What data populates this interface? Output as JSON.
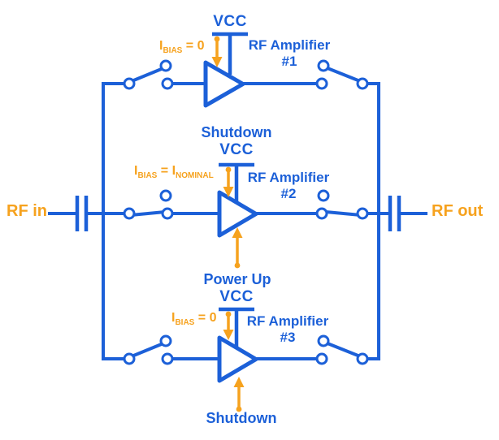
{
  "diagram": {
    "title_semantic": "RF amplifier switch-matrix shutdown/power-up diagram",
    "rf_in": "RF in",
    "rf_out": "RF out",
    "colors": {
      "circuit_blue": "#1c60d8",
      "annotation_orange": "#f6a21e",
      "background": "#ffffff"
    },
    "amplifiers": [
      {
        "vcc": "VCC",
        "title": "RF Amplifier",
        "number": "#1",
        "bias_symbol": "I",
        "bias_subscript": "BIAS",
        "bias_equals": " = ",
        "bias_value": "0",
        "input_switch": "open",
        "output_switch": "open"
      },
      {
        "top_label": "Shutdown",
        "vcc": "VCC",
        "title": "RF Amplifier",
        "number": "#2",
        "bias_symbol": "I",
        "bias_subscript": "BIAS",
        "bias_equals": " = ",
        "bias_value_symbol": "I",
        "bias_value_subscript": "NOMINAL",
        "bottom_label": "Power Up",
        "input_switch": "closed",
        "output_switch": "closed"
      },
      {
        "vcc": "VCC",
        "title": "RF Amplifier",
        "number": "#3",
        "bias_symbol": "I",
        "bias_subscript": "BIAS",
        "bias_equals": " = ",
        "bias_value": "0",
        "bottom_label": "Shutdown",
        "input_switch": "open",
        "output_switch": "open"
      }
    ]
  }
}
